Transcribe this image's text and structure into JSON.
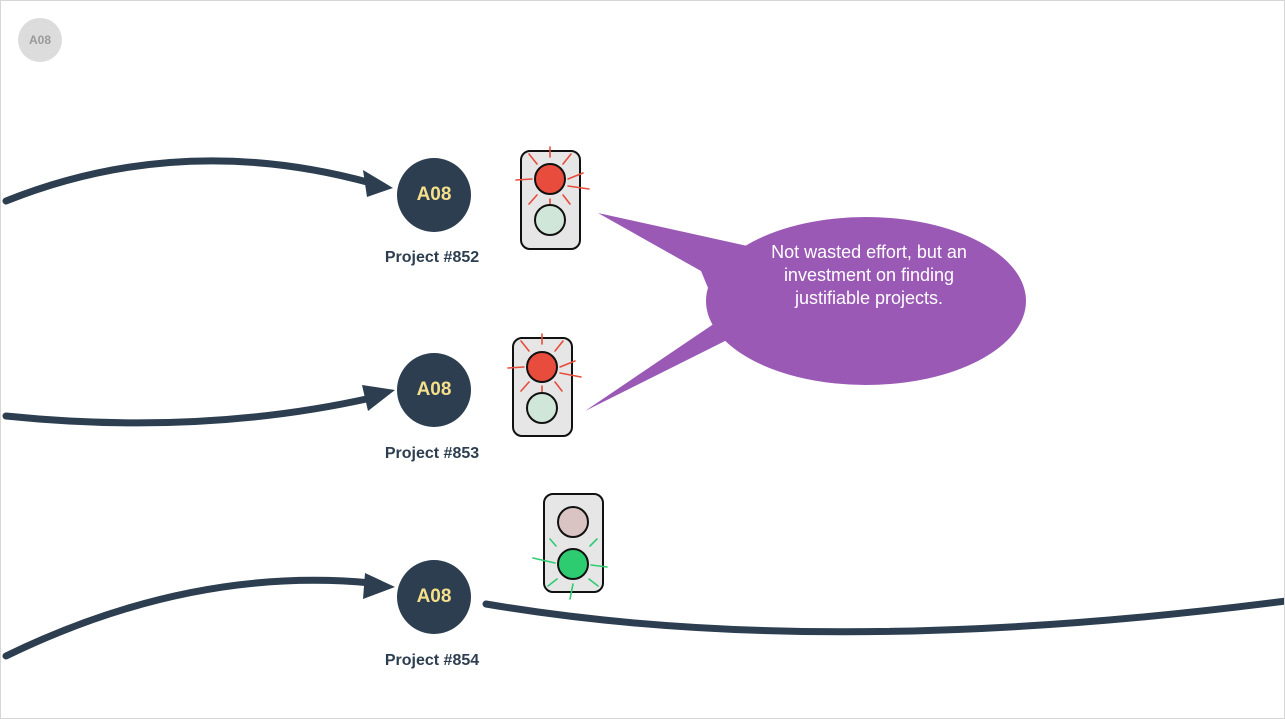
{
  "slide": {
    "corner_badge": "A08"
  },
  "projects": [
    {
      "node_label": "A08",
      "caption": "Project #852",
      "light_state": "red"
    },
    {
      "node_label": "A08",
      "caption": "Project #853",
      "light_state": "red"
    },
    {
      "node_label": "A08",
      "caption": "Project #854",
      "light_state": "green"
    }
  ],
  "callout": {
    "text": "Not wasted effort, but an investment on finding justifiable projects."
  },
  "colors": {
    "node_fill": "#2c3e50",
    "node_text": "#f5df8a",
    "arrow": "#2c3e50",
    "callout": "#9b59b6",
    "light_red_on": "#e74c3c",
    "light_green_on": "#2ecc71",
    "light_off_green": "#cfe6d9",
    "light_off_red": "#d9c3c3",
    "housing": "#e6e6e6"
  }
}
